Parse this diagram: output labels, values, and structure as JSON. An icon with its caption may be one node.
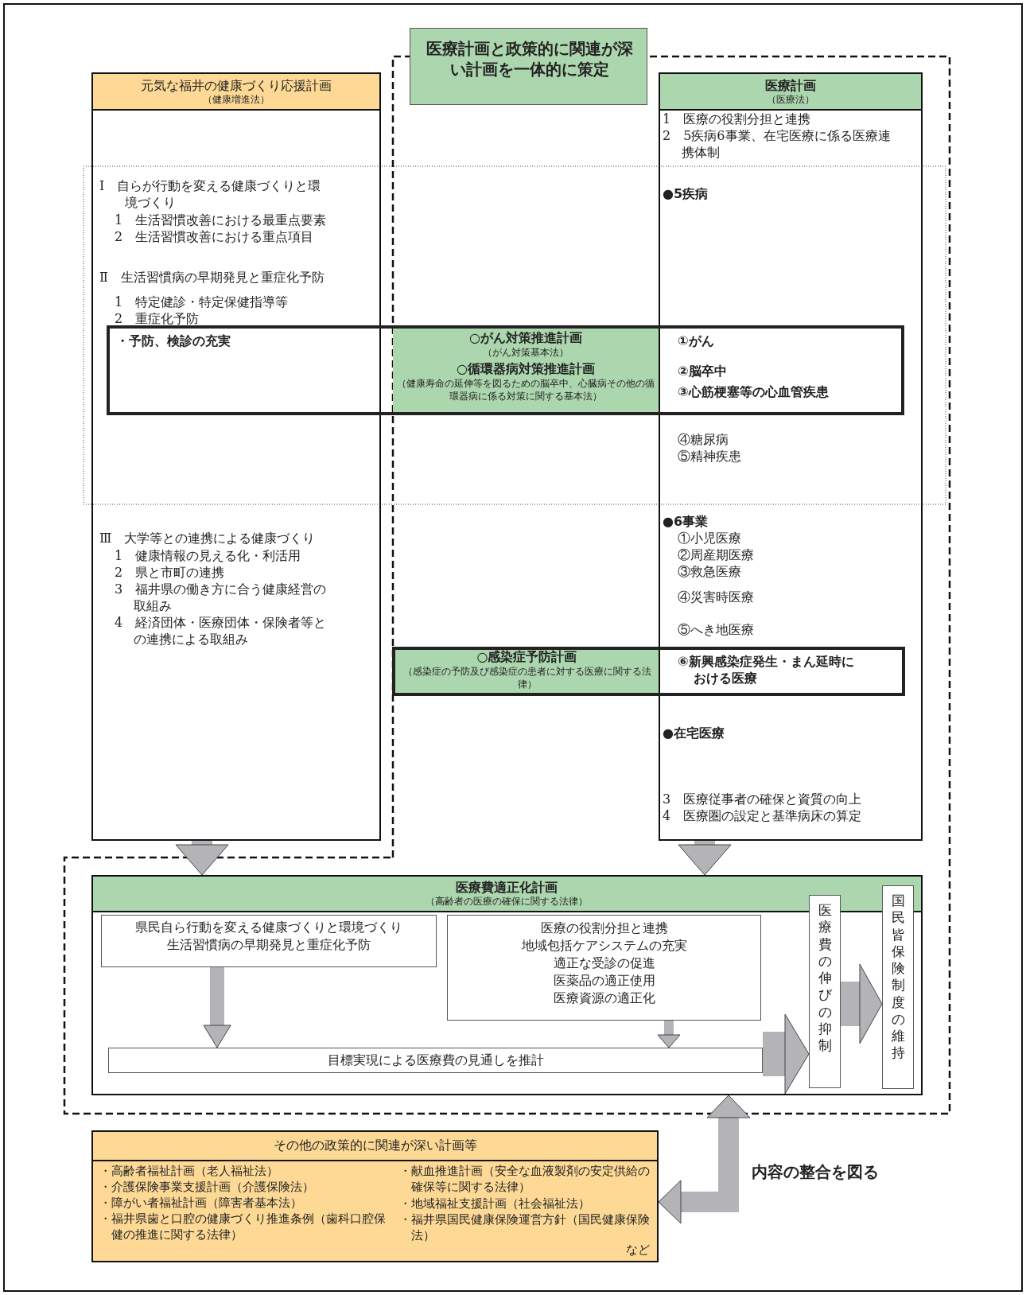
{
  "diagram": {
    "nodes": [
      {
        "text": [
          "医療計画と政策的に関連が深い計画を一体的に策定"
        ]
      },
      {
        "text": [
          "元気な福井の健康づくり応援計画",
          "（健康増進法）",
          "Ⅰ　自らが行動を変える健康づくりと環境づくり",
          "1　生活習慣改善における最重点要素",
          "2　生活習慣改善における重点項目",
          "Ⅱ　生活習慣病の早期発見と重症化予防",
          "1　特定健診・特定保健指導等",
          "2　重症化予防",
          "Ⅲ　大学等との連携による健康づくり",
          "1　健康情報の見える化・利活用",
          "2　県と市町の連携",
          "3　福井県の働き方に合う健康経営の取組み",
          "4　経済団体・医療団体・保険者等との連携による取組み"
        ]
      },
      {
        "text": [
          "医療計画",
          "（医療法）",
          "1　医療の役割分担と連携",
          "2　5疾病6事業、在宅医療に係る医療連携体制",
          "●5疾病",
          "④糖尿病",
          "⑤精神疾患",
          "●6事業",
          "①小児医療",
          "②周産期医療",
          "③救急医療",
          "④災害時医療",
          "⑤へき地医療",
          "●在宅医療",
          "3　医療従事者の確保と資質の向上",
          "4　医療圏の設定と基準病床の算定"
        ]
      },
      {
        "text": [
          "・予防、検診の充実",
          "①がん",
          "②脳卒中",
          "③心筋梗塞等の心血管疾患"
        ]
      },
      {
        "text": [
          "○がん対策推進計画",
          "（がん対策基本法）",
          "○循環器病対策推進計画",
          "（健康寿命の延伸等を図るための脳卒中、心臓病その他の循環器病に係る対策に関する基本法）"
        ],
        "in": 3
      },
      {
        "text": [
          "⑥新興感染症発生・まん延時における医療"
        ]
      },
      {
        "text": [
          "○感染症予防計画",
          "（感染症の予防及び感染症の患者に対する医療に関する法律）"
        ],
        "in": 5
      },
      {
        "text": [
          "医療費適正化計画",
          "（高齢者の医療の確保に関する法律）"
        ]
      },
      {
        "text": [
          "県民自ら行動を変える健康づくりと環境づくり",
          "生活習慣病の早期発見と重症化予防"
        ],
        "in": 7
      },
      {
        "text": [
          "医療の役割分担と連携",
          "地域包括ケアシステムの充実",
          "適正な受診の促進",
          "医薬品の適正使用",
          "医療資源の適正化"
        ],
        "in": 7
      },
      {
        "text": [
          "目標実現による医療費の見通しを推計"
        ],
        "in": 7
      },
      {
        "text": [
          "医療費の伸びの抑制"
        ],
        "in": 7
      },
      {
        "text": [
          "国民皆保険制度の維持"
        ],
        "in": 7
      },
      {
        "text": [
          "その他の政策的に関連が深い計画等",
          "・高齢者福祉計画（老人福祉法）",
          "・介護保険事業支援計画（介護保険法）",
          "・障がい者福祉計画（障害者基本法）",
          "・福井県歯と口腔の健康づくり推進条例（歯科口腔保健の推進に関する法律）",
          "・献血推進計画（安全な血液製剤の安定供給の確保等に関する法律）",
          "・地域福祉支援計画（社会福祉法）",
          "・福井県国民健康保険運営方針（国民健康保険法）",
          "など"
        ]
      }
    ],
    "edges": [
      {
        "from": 1,
        "to": 7,
        "arrow": "to"
      },
      {
        "from": 2,
        "to": 7,
        "arrow": "to"
      },
      {
        "from": 8,
        "to": 10,
        "arrow": "to"
      },
      {
        "from": 9,
        "to": 10,
        "arrow": "to"
      },
      {
        "from": 10,
        "to": 11,
        "arrow": "to"
      },
      {
        "from": 11,
        "to": 12,
        "arrow": "to"
      },
      {
        "from": 7,
        "to": 13,
        "arrow": "both",
        "label": "内容の整合を図る"
      }
    ]
  }
}
